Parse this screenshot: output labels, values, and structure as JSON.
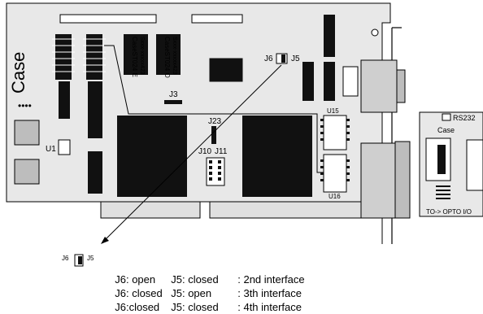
{
  "board": {
    "brand": "Case",
    "brand_small": "Case",
    "dots": "••••",
    "chip_left_line1": "CaseST024 E",
    "chip_left_line2": "Sxxx-xxxxx423",
    "chip_right_line1": "CaseST024 O",
    "chip_right_line2": "Sxxx-xxxxx423"
  },
  "labels": {
    "j6": "J6",
    "j5": "J5",
    "j3": "J3",
    "j23": "J23",
    "j10": "J10",
    "j11": "J11",
    "u1": "U1",
    "u15": "U15",
    "u16": "U16",
    "rs232": "RS232",
    "opto": "TO-> OPTO I/O"
  },
  "legend": {
    "j6": "J6",
    "j5": "J5"
  },
  "config_rows": [
    {
      "j6": "J6: open",
      "j5": "J5: closed",
      "result": ": 2nd interface"
    },
    {
      "j6": "J6: closed",
      "j5": "J5: open",
      "result": ": 3th interface"
    },
    {
      "j6": "J6:closed",
      "j5": "J5: closed",
      "result": ": 4th interface"
    }
  ],
  "colors": {
    "board": "#e8e8e8",
    "chip": "#111111",
    "edge": "#bdbdbd",
    "line": "#000000"
  }
}
